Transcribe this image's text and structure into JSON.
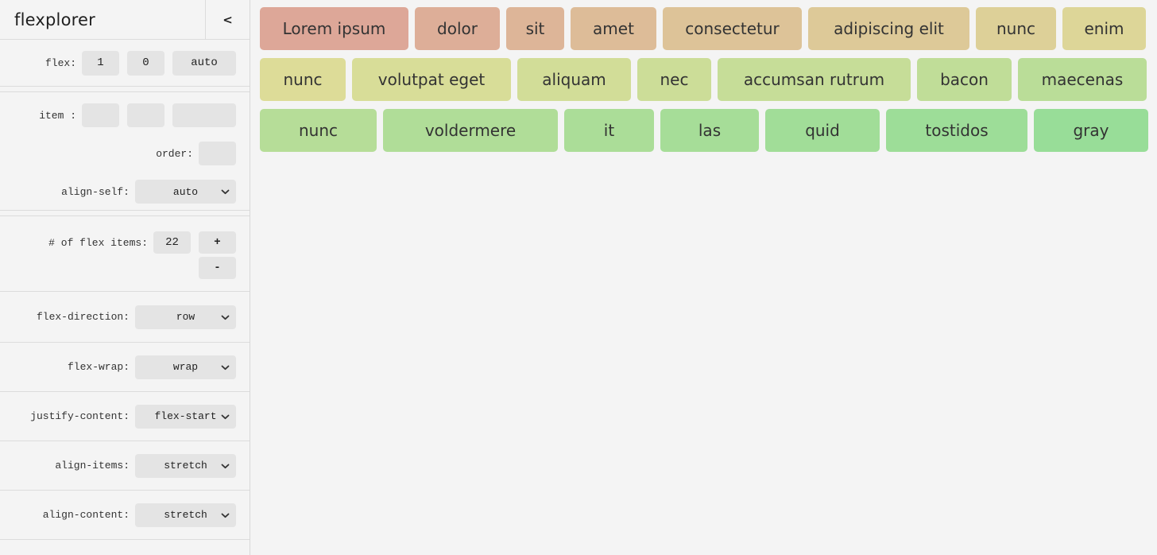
{
  "app": {
    "title": "flexplorer",
    "collapse_glyph": "<"
  },
  "sidebar": {
    "flex": {
      "label": "flex:",
      "grow": "1",
      "shrink": "0",
      "basis": "auto"
    },
    "item": {
      "label": "item :",
      "values": [
        "",
        "",
        ""
      ]
    },
    "order": {
      "label": "order:",
      "value": ""
    },
    "align_self": {
      "label": "align-self:",
      "value": "auto"
    },
    "count": {
      "label": "# of flex items:",
      "value": "22",
      "increment": "+",
      "decrement": "-"
    },
    "flex_direction": {
      "label": "flex-direction:",
      "value": "row"
    },
    "flex_wrap": {
      "label": "flex-wrap:",
      "value": "wrap"
    },
    "justify_content": {
      "label": "justify-content:",
      "value": "flex-start"
    },
    "align_items": {
      "label": "align-items:",
      "value": "stretch"
    },
    "align_content": {
      "label": "align-content:",
      "value": "stretch"
    }
  },
  "colors": {
    "background": "#f4f4f4",
    "control_bg": "#e4e4e4",
    "divider": "#dcdcdc",
    "text": "#333333"
  },
  "flex_items": [
    {
      "label": "Lorem ipsum",
      "color": "#dda798"
    },
    {
      "label": "dolor",
      "color": "#ddae98"
    },
    {
      "label": "sit",
      "color": "#ddb598"
    },
    {
      "label": "amet",
      "color": "#ddbc98"
    },
    {
      "label": "consectetur",
      "color": "#ddc398"
    },
    {
      "label": "adipiscing elit",
      "color": "#ddc998"
    },
    {
      "label": "nunc",
      "color": "#ddd098"
    },
    {
      "label": "enim",
      "color": "#ddd698"
    },
    {
      "label": "nunc",
      "color": "#dddc98"
    },
    {
      "label": "volutpat eget",
      "color": "#d8dd98"
    },
    {
      "label": "aliquam",
      "color": "#d2dd98"
    },
    {
      "label": "nec",
      "color": "#ccdd98"
    },
    {
      "label": "accumsan rutrum",
      "color": "#c6dd98"
    },
    {
      "label": "bacon",
      "color": "#c0dd98"
    },
    {
      "label": "maecenas",
      "color": "#badd98"
    },
    {
      "label": "nunc",
      "color": "#b6dd98"
    },
    {
      "label": "voldermere",
      "color": "#b0dd98"
    },
    {
      "label": "it",
      "color": "#abdd98"
    },
    {
      "label": "las",
      "color": "#a6dd98"
    },
    {
      "label": "quid",
      "color": "#a1dd98"
    },
    {
      "label": "tostidos",
      "color": "#9ddd98"
    },
    {
      "label": "gray",
      "color": "#98dd98"
    }
  ]
}
